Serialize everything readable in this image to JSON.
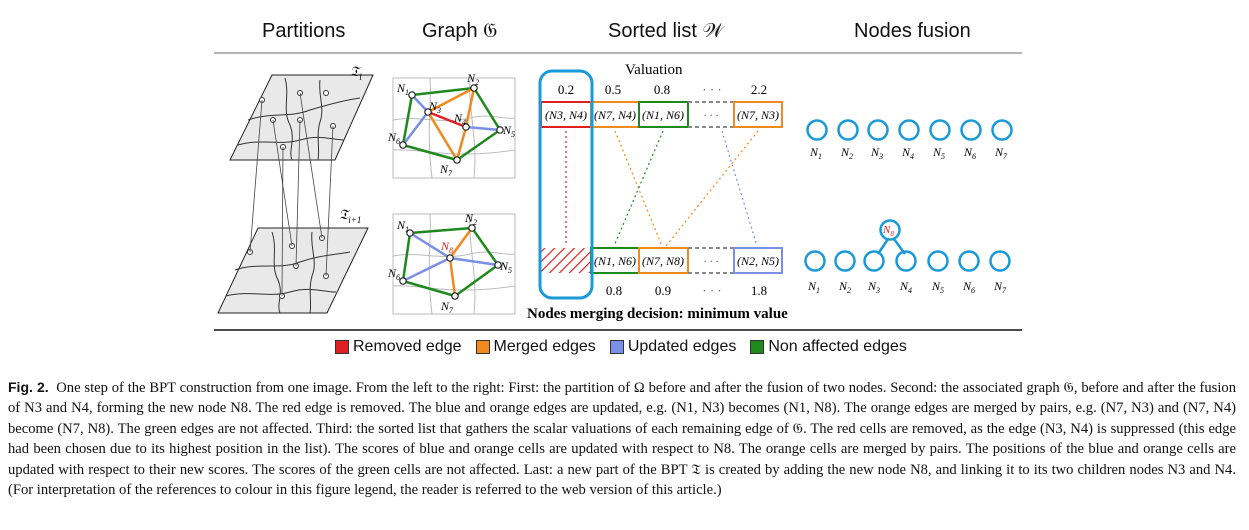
{
  "headers": {
    "partitions": "Partitions",
    "graph": "Graph 𝔊",
    "sorted_list": "Sorted list 𝒲",
    "nodes_fusion": "Nodes fusion"
  },
  "partition_labels": {
    "top": "𝔗",
    "top_sub": "i",
    "bottom": "𝔗",
    "bottom_sub": "i+1"
  },
  "valuation_label": "Valuation",
  "top_values": [
    "0.2",
    "0.5",
    "0.8",
    "· · ·",
    "2.2"
  ],
  "top_cells": [
    "(N3, N4)",
    "(N7, N4)",
    "(N1, N6)",
    "· · ·",
    "(N7, N3)"
  ],
  "bottom_cells": [
    "(N1, N6)",
    "(N7, N8)",
    "· · ·",
    "(N2, N5)"
  ],
  "bottom_values": [
    "0.8",
    "0.9",
    "· · ·",
    "1.8"
  ],
  "decision_label": "Nodes merging decision: minimum value",
  "fusion_nodes": [
    "N1",
    "N2",
    "N3",
    "N4",
    "N5",
    "N6",
    "N7"
  ],
  "fusion_new_node": "N8",
  "legend": {
    "removed": "Removed edge",
    "merged": "Merged edges",
    "updated": "Updated edges",
    "non_affected": "Non affected edges"
  },
  "colors": {
    "removed": "#e02020",
    "merged": "#f08a1c",
    "updated": "#7a8fe8",
    "non_affected": "#1e8a1e",
    "highlight": "#1a9ad6"
  },
  "caption": {
    "label": "Fig. 2.",
    "text": "One step of the BPT construction from one image. From the left to the right: First: the partition of Ω before and after the fusion of two nodes. Second: the associated graph 𝔊, before and after the fusion of N3 and N4, forming the new node N8. The red edge is removed. The blue and orange edges are updated, e.g. (N1, N3) becomes (N1, N8). The orange edges are merged by pairs, e.g. (N7, N3) and (N7, N4) become (N7, N8). The green edges are not affected. Third: the sorted list that gathers the scalar valuations of each remaining edge of 𝔊. The red cells are removed, as the edge (N3, N4) is suppressed (this edge had been chosen due to its highest position in the list). The scores of blue and orange cells are updated with respect to N8. The orange cells are merged by pairs. The positions of the blue and orange cells are updated with respect to their new scores. The scores of the green cells are not affected. Last: a new part of the BPT 𝔗 is created by adding the new node N8, and linking it to its two children nodes N3 and N4. (For interpretation of the references to colour in this figure legend, the reader is referred to the web version of this article.)"
  }
}
